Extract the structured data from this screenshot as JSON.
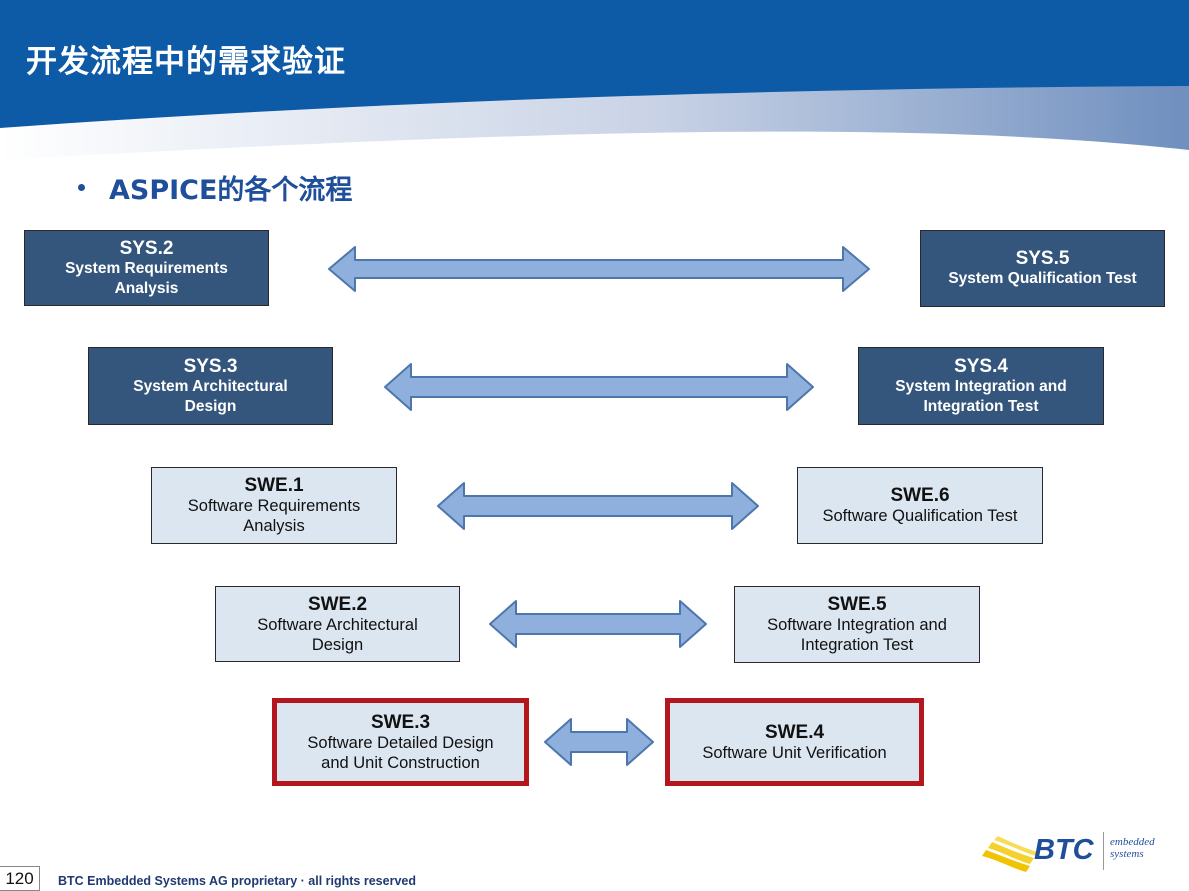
{
  "header": {
    "title": "开发流程中的需求验证"
  },
  "bullet": {
    "text": "ASPICE的各个流程"
  },
  "colors": {
    "dark_box": "#34567c",
    "light_box": "#dce6f1",
    "highlight": "#b3171d",
    "arrow_fill": "#8fb0dc",
    "header_blue": "#0d5aa6"
  },
  "left_boxes": [
    {
      "code": "SYS.2",
      "name_lines": [
        "System Requirements",
        "Analysis"
      ],
      "style": "dark"
    },
    {
      "code": "SYS.3",
      "name_lines": [
        "System Architectural",
        "Design"
      ],
      "style": "dark"
    },
    {
      "code": "SWE.1",
      "name_lines": [
        "Software Requirements",
        "Analysis"
      ],
      "style": "light"
    },
    {
      "code": "SWE.2",
      "name_lines": [
        "Software Architectural",
        "Design"
      ],
      "style": "light"
    },
    {
      "code": "SWE.3",
      "name_lines": [
        "Software Detailed Design",
        "and Unit Construction"
      ],
      "style": "light",
      "highlighted": true
    }
  ],
  "right_boxes": [
    {
      "code": "SYS.5",
      "name_lines": [
        "System Qualification Test"
      ],
      "style": "dark"
    },
    {
      "code": "SYS.4",
      "name_lines": [
        "System Integration and",
        "Integration Test"
      ],
      "style": "dark"
    },
    {
      "code": "SWE.6",
      "name_lines": [
        "Software Qualification Test"
      ],
      "style": "light"
    },
    {
      "code": "SWE.5",
      "name_lines": [
        "Software Integration and",
        "Integration Test"
      ],
      "style": "light"
    },
    {
      "code": "SWE.4",
      "name_lines": [
        "Software Unit Verification"
      ],
      "style": "light",
      "highlighted": true
    }
  ],
  "connectors": [
    {
      "from": "SYS.2",
      "to": "SYS.5",
      "type": "double-arrow"
    },
    {
      "from": "SYS.3",
      "to": "SYS.4",
      "type": "double-arrow"
    },
    {
      "from": "SWE.1",
      "to": "SWE.6",
      "type": "double-arrow"
    },
    {
      "from": "SWE.2",
      "to": "SWE.5",
      "type": "double-arrow"
    },
    {
      "from": "SWE.3",
      "to": "SWE.4",
      "type": "double-arrow"
    }
  ],
  "footer": {
    "page_number": "120",
    "text": "BTC Embedded Systems AG proprietary · all rights reserved",
    "logo_text": "BTC",
    "logo_sub_1": "embedded",
    "logo_sub_2": "systems"
  }
}
